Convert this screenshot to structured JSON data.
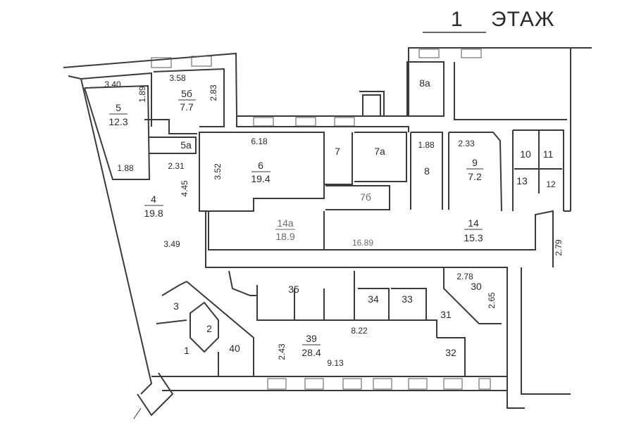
{
  "title": {
    "number": "1",
    "label": "ЭТАЖ"
  },
  "rooms": [
    {
      "id": "5",
      "area": "12.3"
    },
    {
      "id": "5б",
      "area": "7.7"
    },
    {
      "id": "5а"
    },
    {
      "id": "4",
      "area": "19.8"
    },
    {
      "id": "6",
      "area": "19.4"
    },
    {
      "id": "7"
    },
    {
      "id": "7а"
    },
    {
      "id": "7б"
    },
    {
      "id": "8а"
    },
    {
      "id": "8"
    },
    {
      "id": "9",
      "area": "7.2"
    },
    {
      "id": "10"
    },
    {
      "id": "11"
    },
    {
      "id": "13"
    },
    {
      "id": "12"
    },
    {
      "id": "14а",
      "area": "18.9"
    },
    {
      "id": "14",
      "area": "15.3"
    },
    {
      "id": "35"
    },
    {
      "id": "34"
    },
    {
      "id": "33"
    },
    {
      "id": "31"
    },
    {
      "id": "30"
    },
    {
      "id": "32"
    },
    {
      "id": "39",
      "area": "28.4"
    },
    {
      "id": "3"
    },
    {
      "id": "2"
    },
    {
      "id": "1"
    },
    {
      "id": "40"
    }
  ],
  "dimensions": [
    "3.40",
    "1.89",
    "3.58",
    "2.83",
    "1.88",
    "2.31",
    "4.45",
    "3.49",
    "6.18",
    "3.52",
    "1.88",
    "2.33",
    "16.89",
    "2.79",
    "2.78",
    "2.65",
    "8.22",
    "2.43",
    "9.13"
  ]
}
